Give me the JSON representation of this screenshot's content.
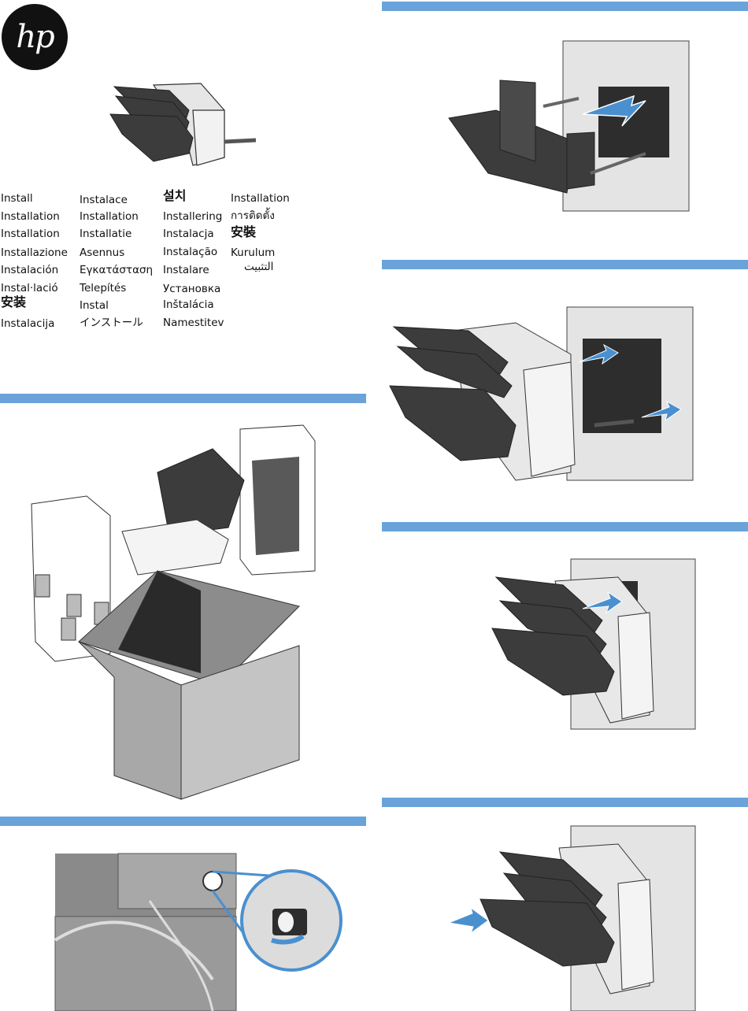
{
  "logo": {
    "text": "hp"
  },
  "translations": {
    "col1": [
      "Install",
      "Installation",
      "Installation",
      "Installazione",
      "Instalación",
      "Instal·lació",
      "安装",
      "Instalacija"
    ],
    "col2": [
      "Instalace",
      "Installation",
      "Installatie",
      "Asennus",
      "Εγκατάσταση",
      "Telepítés",
      "Instal",
      "インストール"
    ],
    "col3": [
      "설치",
      "Installering",
      "Instalacja",
      "Instalação",
      "Instalare",
      "Установка",
      "Inštalácia",
      "Namestitev"
    ],
    "col4": [
      "Installation",
      "การติดตั้ง",
      "安裝",
      "Kurulum",
      "التثبيت"
    ]
  },
  "colors": {
    "step_bar": "#6aa3d9",
    "arrow": "#4a90cf",
    "tray": "#3c3c3c",
    "printer": "#c9c9c9"
  }
}
